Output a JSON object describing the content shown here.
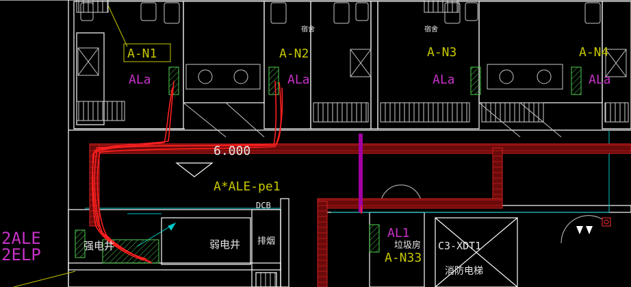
{
  "labels": {
    "room_an1": "A-N1",
    "room_an2": "A-N2",
    "room_an3": "A-N3",
    "room_an4": "A-N4",
    "room_an33": "A-N33",
    "panel_ala": "ALa",
    "panel_al1": "AL1",
    "panel_ale_pe1": "A*ALE-pe1",
    "elevation": "6.000",
    "dcb": "DCB",
    "weak_shaft": "弱电井",
    "smoke_exhaust": "排烟",
    "elec_shaft": "强电井",
    "garbage_room": "垃圾房",
    "fire_lift_code": "C3-XDT1",
    "fire_lift": "消防电梯",
    "left_2ale": "2ALE",
    "left_2elp": "2ELP",
    "dorm": "宿舍"
  },
  "colors": {
    "background": "#000000",
    "wall": "#ffffff",
    "equipment": "#c8c8c8",
    "room_label": "#c8c800",
    "panel_label": "#c832c8",
    "panel_fill": "#2e8b2e",
    "cable": "#ff2020",
    "tray": "#a01010",
    "riser": "#a000a0",
    "cyan": "#00c8c8"
  }
}
